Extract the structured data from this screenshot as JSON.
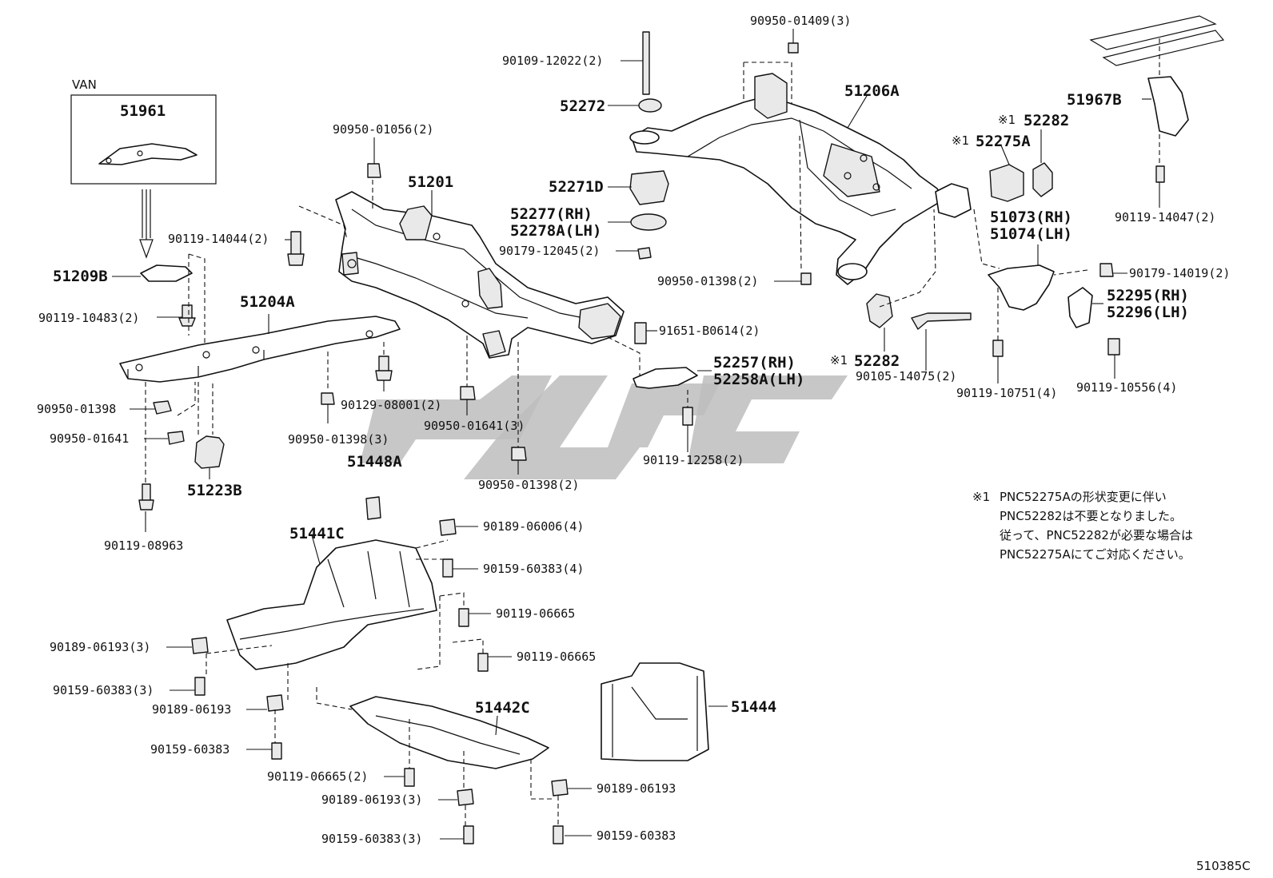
{
  "diagram": {
    "variant_label": "VAN",
    "footer_code": "510385C",
    "note": {
      "mark": "※1",
      "lines": [
        "PNC52275Aの形状変更に伴い",
        "PNC52282は不要となりました。",
        "従って、PNC52282が必要な場合は",
        "PNC52275Aにてご対応ください。"
      ]
    },
    "labels": {
      "p51961": "51961",
      "p51209B": "51209B",
      "p90119_10483": "90119-10483(2)",
      "p90119_14044": "90119-14044(2)",
      "p51204A": "51204A",
      "p90950_01398_a": "90950-01398",
      "p90950_01641_a": "90950-01641",
      "p51223B": "51223B",
      "p90119_08963": "90119-08963",
      "p90950_01056": "90950-01056(2)",
      "p51201": "51201",
      "p90129_08001": "90129-08001(2)",
      "p90950_01398_b": "90950-01398(3)",
      "p90950_01641_b": "90950-01641(3)",
      "p90950_01398_c": "90950-01398(2)",
      "p51448A": "51448A",
      "p90109_12022": "90109-12022(2)",
      "p52272": "52272",
      "p52271D": "52271D",
      "p52277": "52277(RH)",
      "p52278A": "52278A(LH)",
      "p90179_12045": "90179-12045(2)",
      "p90950_01409": "90950-01409(3)",
      "p51206A": "51206A",
      "p90950_01398_d": "90950-01398(2)",
      "p91651_B0614": "91651-B0614(2)",
      "p52257": "52257(RH)",
      "p52258A": "52258A(LH)",
      "p90119_12258": "90119-12258(2)",
      "p52282_a": "52282",
      "p52275A": "52275A",
      "p52282_b": "52282",
      "p90105_14075": "90105-14075(2)",
      "p51073": "51073(RH)",
      "p51074": "51074(LH)",
      "p51967B": "51967B",
      "p90119_14047": "90119-14047(2)",
      "p90179_14019": "90179-14019(2)",
      "p52295": "52295(RH)",
      "p52296": "52296(LH)",
      "p90119_10751": "90119-10751(4)",
      "p90119_10556": "90119-10556(4)",
      "p90189_06006": "90189-06006(4)",
      "p90159_60383_a": "90159-60383(4)",
      "p51441C": "51441C",
      "p90119_06665_a": "90119-06665",
      "p90119_06665_b": "90119-06665",
      "p90189_06193_a": "90189-06193(3)",
      "p90159_60383_b": "90159-60383(3)",
      "p90189_06193_b": "90189-06193",
      "p90159_60383_c": "90159-60383",
      "p51442C": "51442C",
      "p90119_06665_c": "90119-06665(2)",
      "p90189_06193_c": "90189-06193(3)",
      "p90159_60383_d": "90159-60383(3)",
      "p90189_06193_d": "90189-06193",
      "p90159_60383_e": "90159-60383",
      "p51444": "51444"
    },
    "marks": {
      "m52282_a": "※1",
      "m52275A": "※1",
      "m52282_b": "※1"
    }
  }
}
